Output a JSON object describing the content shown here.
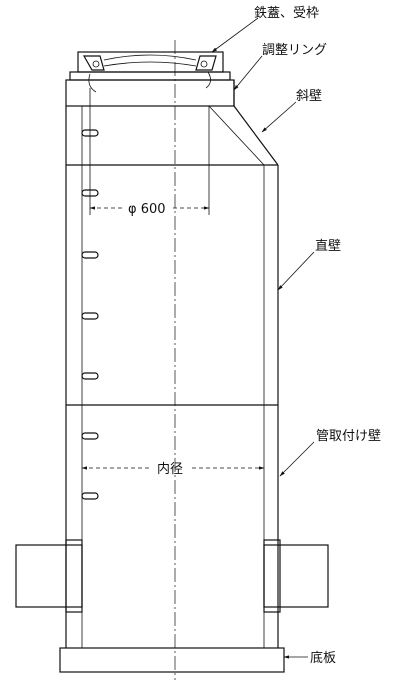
{
  "labels": {
    "cover": "鉄蓋、受枠",
    "adjust_ring": "調整リング",
    "slope_wall": "斜壁",
    "straight_wall": "直壁",
    "pipe_wall": "管取付け壁",
    "base": "底板"
  },
  "dimensions": {
    "opening": "φ 600",
    "inner_diameter": "内径"
  }
}
